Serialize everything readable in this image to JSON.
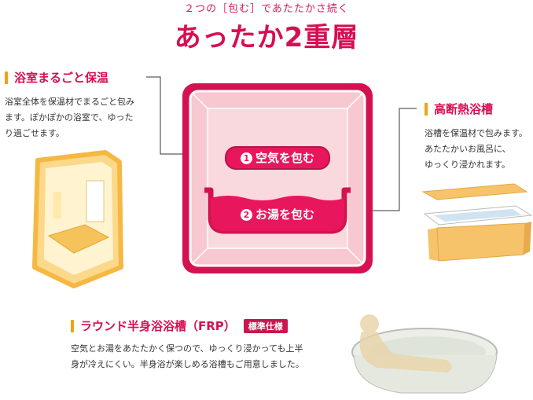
{
  "header": {
    "subtitle": "２つの［包む］であたたかさ続く",
    "title": "あったか2重層"
  },
  "sections": {
    "bathroom": {
      "heading": "浴室まるごと保温",
      "lines": [
        "浴室全体を保温材でまるごと包み",
        "ます。ぽかぽかの浴室で、ゆった",
        "り過ごせます。"
      ]
    },
    "tub": {
      "heading": "高断熱浴槽",
      "lines": [
        "浴槽を保温材で包みます。",
        "あたたかいお風呂に、",
        "ゆっくり浸かれます。"
      ]
    },
    "round": {
      "heading": "ラウンド半身浴浴槽（FRP）",
      "badge": "標準仕様",
      "lines": [
        "空気とお湯をあたたかく保つので、ゆっくり浸かっても上半",
        "身が冷えにくい。半身浴が楽しめる浴槽もご用意しました。"
      ]
    }
  },
  "diagram": {
    "air_num": "1",
    "air_label": "空気を包む",
    "water_num": "2",
    "water_label": "お湯を包む"
  },
  "colors": {
    "accent": "#d60f52",
    "frame": "#d4124f",
    "marker": "#f0a21a",
    "insulation": "#f6c36a"
  }
}
